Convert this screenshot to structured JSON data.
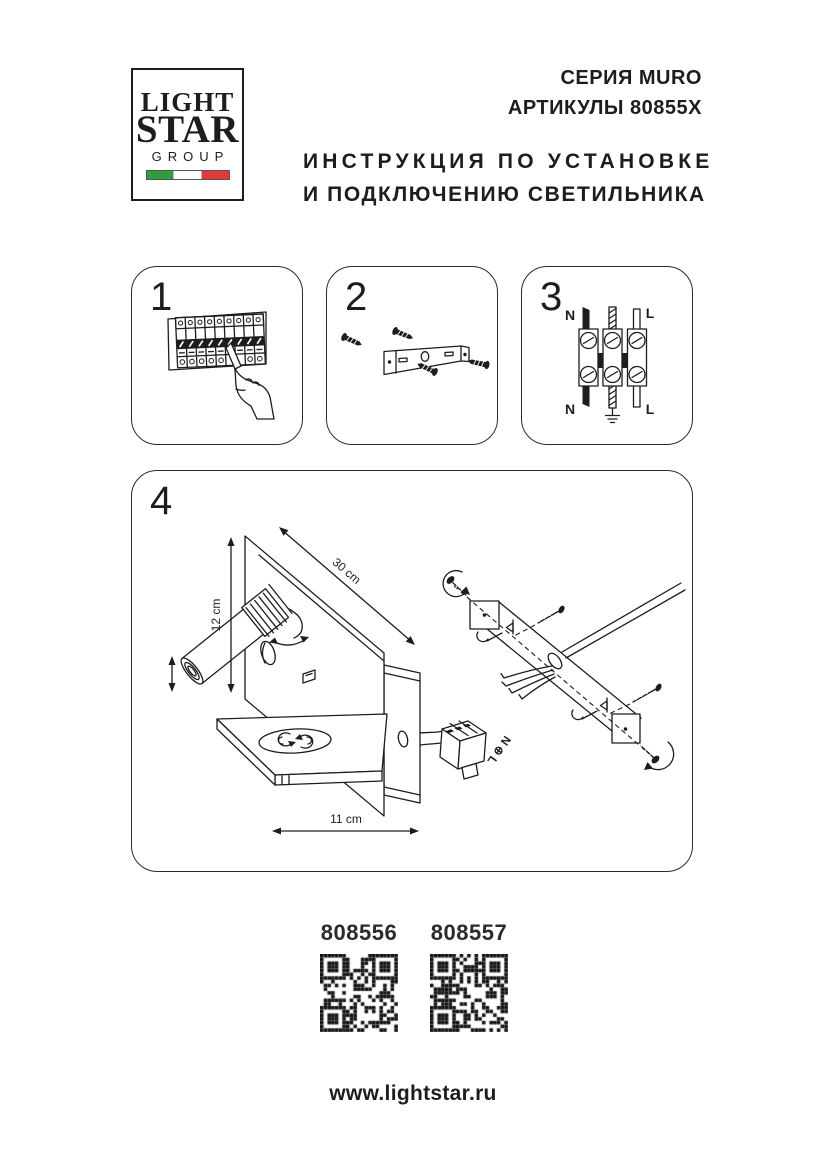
{
  "page": {
    "background": "#ffffff",
    "ink": "#1d1d1b"
  },
  "logo": {
    "word1": "LIGHT",
    "word2": "STAR",
    "word3": "GROUP",
    "flag_green": "#2f9e3f",
    "flag_white": "#ffffff",
    "flag_red": "#e23a3c"
  },
  "header": {
    "series": "СЕРИЯ MURO",
    "articles": "АРТИКУЛЫ 80855X",
    "instruction_line1": "ИНСТРУКЦИЯ ПО УСТАНОВКЕ",
    "instruction_line2": "И ПОДКЛЮЧЕНИЮ СВЕТИЛЬНИКА"
  },
  "steps": {
    "step1": {
      "number": "1"
    },
    "step2": {
      "number": "2"
    },
    "step3": {
      "number": "3",
      "labels": {
        "n_top": "N",
        "l_top": "L",
        "n_bottom": "N",
        "l_bottom": "L"
      }
    },
    "step4": {
      "number": "4",
      "dim_height": "12 cm",
      "dim_width": "30 cm",
      "dim_depth": "11 cm",
      "terminal_label": "N ⊕ L"
    }
  },
  "products": [
    {
      "code": "808556"
    },
    {
      "code": "808557"
    }
  ],
  "footer": {
    "website": "www.lightstar.ru"
  }
}
